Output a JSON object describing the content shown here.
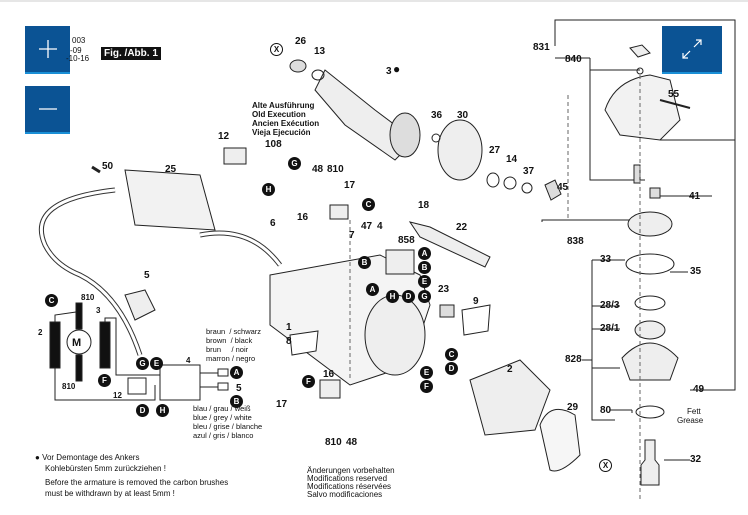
{
  "controls": {
    "zoom_in_icon": "plus-icon",
    "zoom_out_icon": "minus-icon",
    "expand_icon": "expand-arrows-icon"
  },
  "header": {
    "doc_code": "003",
    "doc_date1": "-09",
    "doc_date2": "-10-16",
    "figure_label": "Fig. /Abb. 1"
  },
  "notes": {
    "old_execution": [
      "Alte Ausführung",
      "Old Execution",
      "Ancien Exécution",
      "Vieja Ejecución"
    ],
    "brush_warning": {
      "bullet": "●",
      "de_line1": "Vor Demontage des Ankers",
      "de_line2": "Kohlebürsten 5mm zurückziehen !",
      "en_line1": "Before the armature is removed the carbon brushes",
      "en_line2": "must be withdrawn by at least 5mm !"
    },
    "modifications": [
      "Änderungen vorbehalten",
      "Modifications reserved",
      "Modifications réservées",
      "Salvo modificaciones"
    ],
    "grease": [
      "Fett",
      "Grease"
    ]
  },
  "wiring": {
    "top_colors": [
      {
        "a": "braun",
        "b": "/ schwarz"
      },
      {
        "a": "brown",
        "b": "/ black"
      },
      {
        "a": "brun",
        "b": "/ noir"
      },
      {
        "a": "marron",
        "b": "/ negro"
      }
    ],
    "bottom_colors": [
      "blau / grau / weiß",
      "blue / grey / white",
      "bleu / grise / blanche",
      "azul / gris  / blanco"
    ],
    "motor_symbol": "M"
  },
  "part_labels": {
    "p26": "26",
    "p13": "13",
    "p3": "3",
    "p36": "36",
    "p30": "30",
    "p27": "27",
    "p14": "14",
    "p37": "37",
    "p12": "12",
    "p108": "108",
    "p50": "50",
    "p25": "25",
    "p48a": "48",
    "p810a": "810",
    "p17a": "17",
    "p16a": "16",
    "p6": "6",
    "p47": "47",
    "p7": "7",
    "p4a": "4",
    "p18": "18",
    "p22": "22",
    "p858": "858",
    "p5a": "5",
    "p23": "23",
    "p9": "9",
    "p1": "1",
    "p8": "8",
    "p2a": "2",
    "p16b": "16",
    "p17b": "17",
    "p810b": "810",
    "p48b": "48",
    "p29": "29",
    "p831": "831",
    "p840": "840",
    "p55": "55",
    "p45": "45",
    "p41": "41",
    "p838": "838",
    "p33": "33",
    "p35": "35",
    "p28_3": "28/3",
    "p28_1": "28/1",
    "p828": "828",
    "p49": "49",
    "p80": "80",
    "p32": "32",
    "s810a": "810",
    "s3": "3",
    "s2": "2",
    "s810b": "810",
    "s12": "12",
    "s4": "4",
    "s5": "5"
  },
  "connector_badges": {
    "G1": "G",
    "H1": "H",
    "C1": "C",
    "A1": "A",
    "B1": "B",
    "B2": "B",
    "E1": "E",
    "G2": "G",
    "D1": "D",
    "H2": "H",
    "A2": "A",
    "C2": "C",
    "D2": "D",
    "E2": "E",
    "F2": "F",
    "F1": "F",
    "sC": "C",
    "sF": "F",
    "sG": "G",
    "sE": "E",
    "sD": "D",
    "sH": "H",
    "sA": "A",
    "sB": "B",
    "X1": "X",
    "X2": "X"
  }
}
